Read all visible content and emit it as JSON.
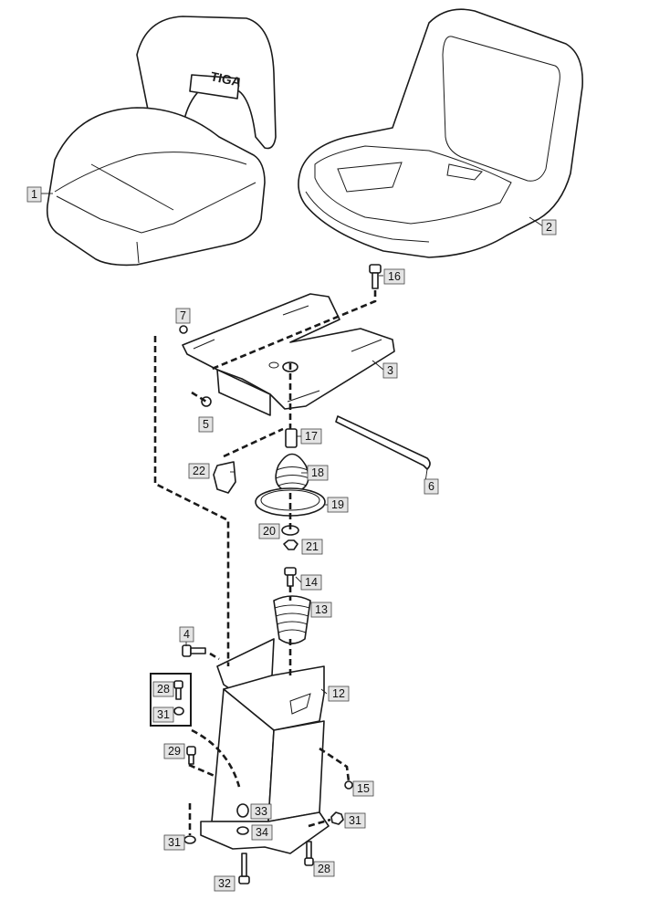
{
  "seat_logo": "TIGA",
  "callouts": [
    {
      "id": "c1",
      "label": "1"
    },
    {
      "id": "c2",
      "label": "2"
    },
    {
      "id": "c16",
      "label": "16"
    },
    {
      "id": "c7",
      "label": "7"
    },
    {
      "id": "c3",
      "label": "3"
    },
    {
      "id": "c5",
      "label": "5"
    },
    {
      "id": "c17",
      "label": "17"
    },
    {
      "id": "c18",
      "label": "18"
    },
    {
      "id": "c22",
      "label": "22"
    },
    {
      "id": "c6",
      "label": "6"
    },
    {
      "id": "c19",
      "label": "19"
    },
    {
      "id": "c20",
      "label": "20"
    },
    {
      "id": "c21",
      "label": "21"
    },
    {
      "id": "c14",
      "label": "14"
    },
    {
      "id": "c13",
      "label": "13"
    },
    {
      "id": "c4",
      "label": "4"
    },
    {
      "id": "c12",
      "label": "12"
    },
    {
      "id": "c28a",
      "label": "28"
    },
    {
      "id": "c31a",
      "label": "31"
    },
    {
      "id": "c29",
      "label": "29"
    },
    {
      "id": "c15",
      "label": "15"
    },
    {
      "id": "c33",
      "label": "33"
    },
    {
      "id": "c31b",
      "label": "31"
    },
    {
      "id": "c31c",
      "label": "31"
    },
    {
      "id": "c34",
      "label": "34"
    },
    {
      "id": "c28b",
      "label": "28"
    },
    {
      "id": "c32",
      "label": "32"
    }
  ]
}
